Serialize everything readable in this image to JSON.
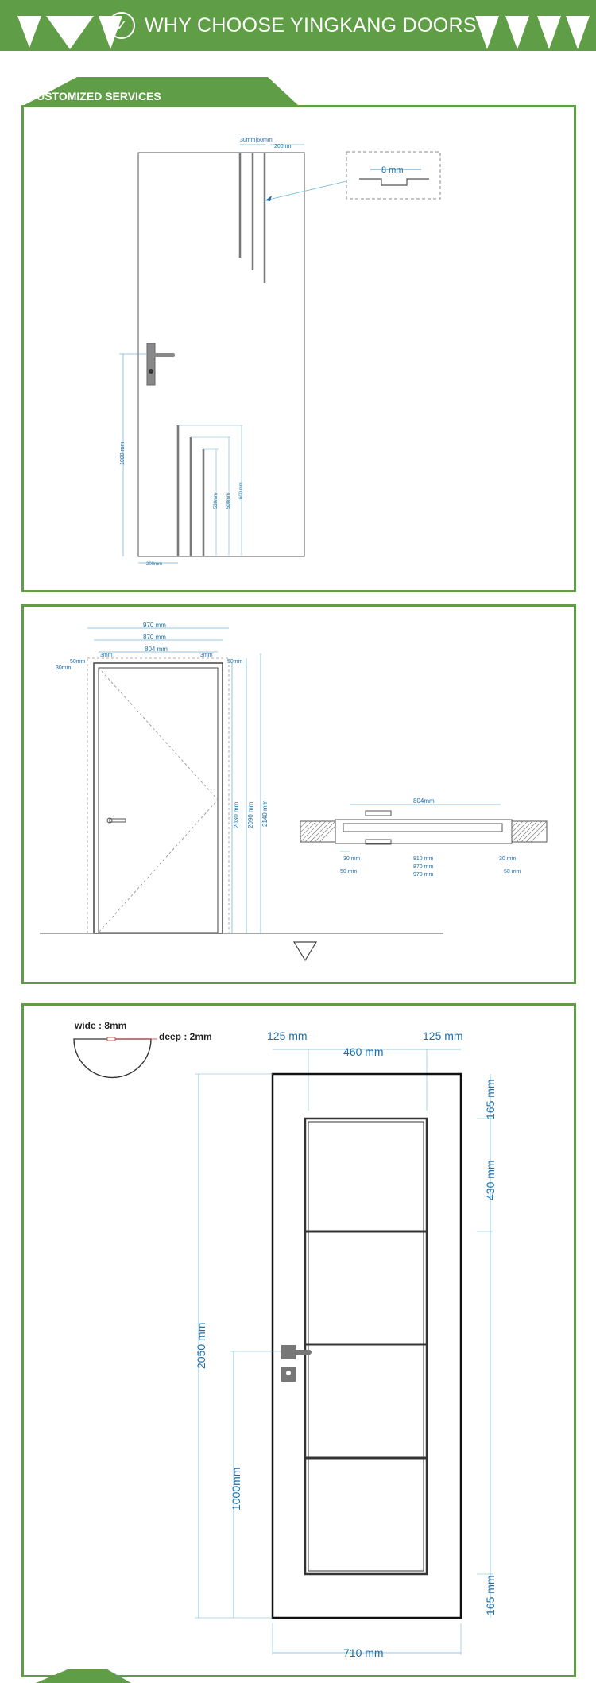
{
  "banner": {
    "title": "WHY CHOOSE YINGKANG DOORS?",
    "bg_color": "#5f9e47",
    "icon": "check-circle-icon"
  },
  "section1": {
    "tab_label": "CUSTOMIZED SERVICES",
    "groove_top_label": "30mm|60mm",
    "groove_top_right": "200mm",
    "detail_label": "8 mm",
    "handle_height": "1000 mm",
    "groove_530": "530mm",
    "groove_500": "500mm",
    "groove_600": "600 mm",
    "bottom_offset": "200mm"
  },
  "section2": {
    "w970": "970 mm",
    "w870": "870 mm",
    "w804": "804 mm",
    "left3": "3mm",
    "right3": "3mm",
    "left50": "50mm",
    "left30": "30mm",
    "right50": "50mm",
    "h2030": "2030 mm",
    "h2090": "2090 mm",
    "h2140": "2140 mm",
    "plan_804": "804mm",
    "plan_30l": "30 mm",
    "plan_810": "810 mm",
    "plan_30r": "30 mm",
    "plan_870": "870 mm",
    "plan_50l": "50 mm",
    "plan_970": "970 mm",
    "plan_50r": "50 mm"
  },
  "section3": {
    "wide": "wide : 8mm",
    "deep": "deep : 2mm",
    "left125": "125 mm",
    "center460": "460 mm",
    "right125": "125 mm",
    "top165": "165 mm",
    "panel430": "430 mm",
    "height2050": "2050 mm",
    "handle1000": "1000mm",
    "bottom165": "165 mm",
    "width710": "710 mm"
  },
  "colors": {
    "accent": "#5f9e47",
    "dimension_blue": "#1e6fa8",
    "line_light": "#6fb7d6"
  }
}
